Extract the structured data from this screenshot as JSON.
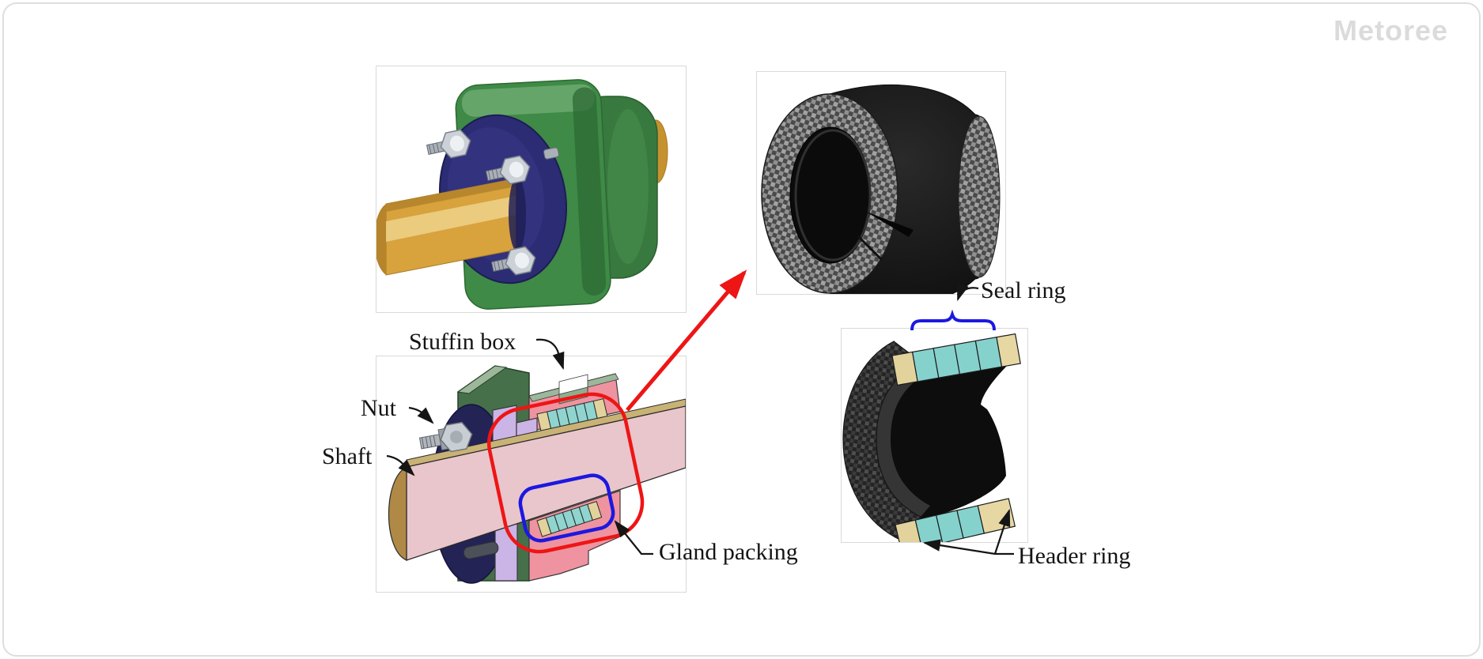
{
  "watermark": {
    "text": "Metoree"
  },
  "labels": {
    "stuffing_box": "Stuffin box",
    "nut": "Nut",
    "shaft": "Shaft",
    "gland_packing": "Gland packing",
    "seal_ring": "Seal ring",
    "header_ring": "Header ring"
  },
  "colors": {
    "card_border": "#dedede",
    "panel_border": "#d9d9d9",
    "watermark_gray": "#dbdbdb",
    "label_text": "#141414",
    "annotation_red": "#ee1515",
    "annotation_blue": "#1c18e0",
    "leader_black": "#151515",
    "body_green": "#3e8a46",
    "flange_navy": "#2c2c74",
    "shaft_gold": "#d8a23d",
    "cut_face_rose": "#ef93a0",
    "gland_lavender": "#cbb4e6",
    "shaft_pink": "#e9c6cb",
    "shaft_end_tan": "#b08947",
    "packing_teal": "#8fd4cf",
    "packing_tan": "#e2d29b",
    "ring_black": "#141414",
    "braid_gray": "#8f8f8f"
  }
}
